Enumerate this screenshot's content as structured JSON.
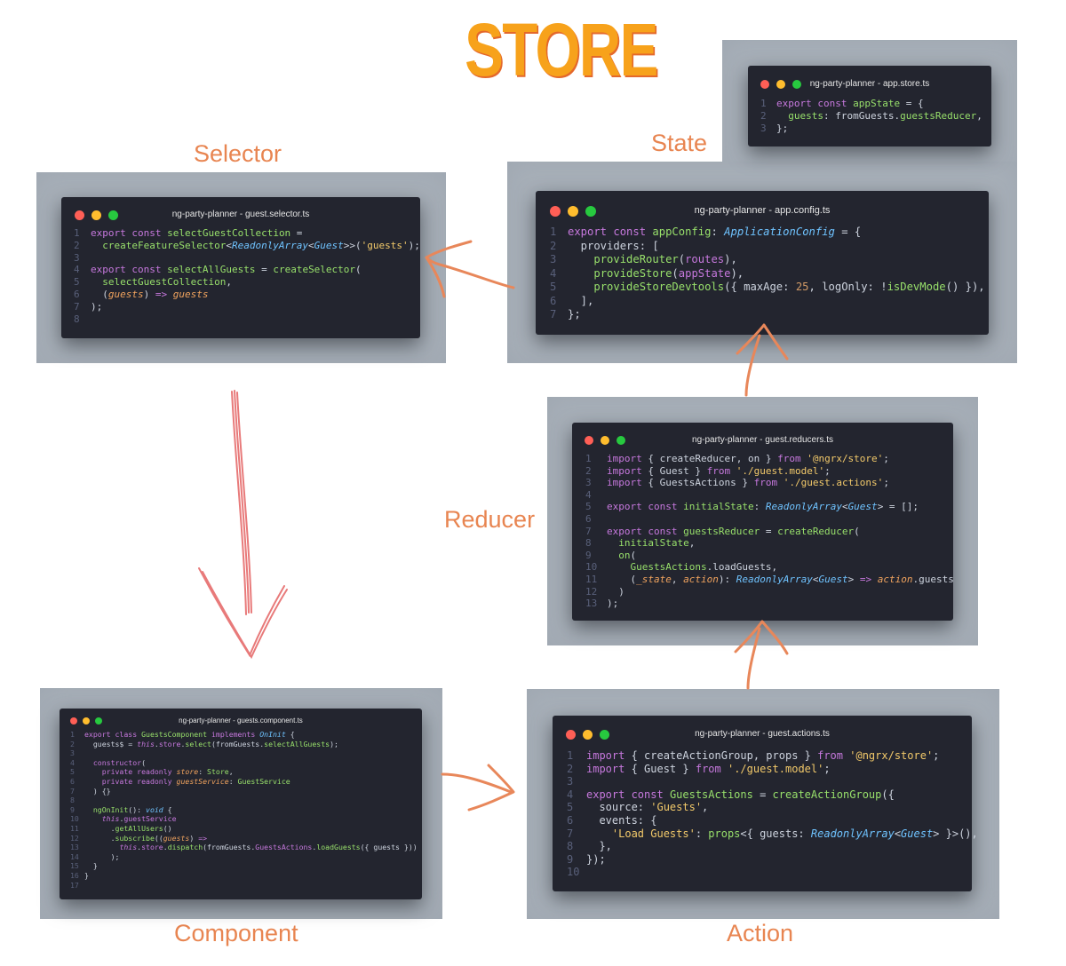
{
  "title": "STORE",
  "labels": {
    "selector": "Selector",
    "state": "State",
    "reducer": "Reducer",
    "component": "Component",
    "action": "Action"
  },
  "colors": {
    "accent_label": "#e88551",
    "title_fill": "#f7a21b",
    "arrow_orange": "#e8875a",
    "arrow_pink": "#e87a7a",
    "panel_bg": "#a8b0b9",
    "editor_bg": "#23252f"
  },
  "windows": {
    "app_store": {
      "title": "ng-party-planner - app.store.ts",
      "lines": [
        "<span class=\"k\">export const</span> <span class=\"f\">appState</span> = {",
        "  <span class=\"f\">guests</span>: fromGuests.<span class=\"f\">guestsReducer</span>,",
        "};"
      ]
    },
    "app_config": {
      "title": "ng-party-planner - app.config.ts",
      "lines": [
        "<span class=\"k\">export const</span> <span class=\"f\">appConfig</span>: <span class=\"t\">ApplicationConfig</span> = {",
        "  providers: [",
        "    <span class=\"f\">provideRouter</span>(<span class=\"k\">routes</span>),",
        "    <span class=\"f\">provideStore</span>(<span class=\"k\">appState</span>),",
        "    <span class=\"f\">provideStoreDevtools</span>({ maxAge: <span class=\"num\">25</span>, logOnly: !<span class=\"f\">isDevMode</span>() }),",
        "  ],",
        "};"
      ]
    },
    "selector": {
      "title": "ng-party-planner - guest.selector.ts",
      "lines": [
        "<span class=\"k\">export const</span> <span class=\"f\">selectGuestCollection</span> =",
        "  <span class=\"f\">createFeatureSelector</span>&lt;<span class=\"t\">ReadonlyArray</span>&lt;<span class=\"t\">Guest</span>&gt;&gt;(<span class=\"s\">'guests'</span>);",
        "",
        "<span class=\"k\">export const</span> <span class=\"f\">selectAllGuests</span> = <span class=\"f\">createSelector</span>(",
        "  <span class=\"f\">selectGuestCollection</span>,",
        "  (<span class=\"p\">guests</span>) <span class=\"k\">=&gt;</span> <span class=\"p\">guests</span>",
        ");",
        ""
      ]
    },
    "reducers": {
      "title": "ng-party-planner - guest.reducers.ts",
      "lines": [
        "<span class=\"k\">import</span> { createReducer, on } <span class=\"k\">from</span> <span class=\"s\">'@ngrx/store'</span>;",
        "<span class=\"k\">import</span> { Guest } <span class=\"k\">from</span> <span class=\"s\">'./guest.model'</span>;",
        "<span class=\"k\">import</span> { GuestsActions } <span class=\"k\">from</span> <span class=\"s\">'./guest.actions'</span>;",
        "",
        "<span class=\"k\">export const</span> <span class=\"f\">initialState</span>: <span class=\"t\">ReadonlyArray</span>&lt;<span class=\"t\">Guest</span>&gt; = [];",
        "",
        "<span class=\"k\">export const</span> <span class=\"f\">guestsReducer</span> = <span class=\"f\">createReducer</span>(",
        "  <span class=\"f\">initialState</span>,",
        "  <span class=\"f\">on</span>(",
        "    <span class=\"f\">GuestsActions</span>.loadGuests,",
        "    (<span class=\"p\">_state</span>, <span class=\"p\">action</span>): <span class=\"t\">ReadonlyArray</span>&lt;<span class=\"t\">Guest</span>&gt; <span class=\"k\">=&gt;</span> <span class=\"p\">action</span>.guests",
        "  )",
        ");"
      ]
    },
    "component": {
      "title": "ng-party-planner - guests.component.ts",
      "lines": [
        "<span class=\"k\">export class</span> <span class=\"f\">GuestsComponent</span> <span class=\"k\">implements</span> <span class=\"t\">OnInit</span> {",
        "  guests$ = <span class=\"k\"><i>this</i></span>.<span class=\"k\">store</span>.<span class=\"f\">select</span>(fromGuests.<span class=\"f\">selectAllGuests</span>);",
        "",
        "  <span class=\"k\">constructor</span>(",
        "    <span class=\"k\">private readonly</span> <span class=\"p\">store</span>: <span class=\"f\">Store</span>,",
        "    <span class=\"k\">private readonly</span> <span class=\"p\">guestService</span>: <span class=\"f\">GuestService</span>",
        "  ) {}",
        "",
        "  <span class=\"f\">ngOnInit</span>(): <span class=\"t\">void</span> {",
        "    <span class=\"k\"><i>this</i></span>.<span class=\"k\">guestService</span>",
        "      .<span class=\"f\">getAllUsers</span>()",
        "      .<span class=\"f\">subscribe</span>((<span class=\"p\">guests</span>) <span class=\"k\">=&gt;</span>",
        "        <span class=\"k\"><i>this</i></span>.<span class=\"k\">store</span>.<span class=\"f\">dispatch</span>(fromGuests.<span class=\"k\">GuestsActions</span>.<span class=\"f\">loadGuests</span>({ guests }))",
        "      );",
        "  }",
        "}",
        ""
      ]
    },
    "actions": {
      "title": "ng-party-planner - guest.actions.ts",
      "lines": [
        "<span class=\"k\">import</span> { createActionGroup, props } <span class=\"k\">from</span> <span class=\"s\">'@ngrx/store'</span>;",
        "<span class=\"k\">import</span> { Guest } <span class=\"k\">from</span> <span class=\"s\">'./guest.model'</span>;",
        "",
        "<span class=\"k\">export const</span> <span class=\"f\">GuestsActions</span> = <span class=\"f\">createActionGroup</span>({",
        "  source: <span class=\"s\">'Guests'</span>,",
        "  events: {",
        "    <span class=\"s\">'Load Guests'</span>: <span class=\"f\">props</span>&lt;{ guests: <span class=\"t\">ReadonlyArray</span>&lt;<span class=\"t\">Guest</span>&gt; }&gt;(),",
        "  },",
        "});",
        ""
      ]
    }
  }
}
